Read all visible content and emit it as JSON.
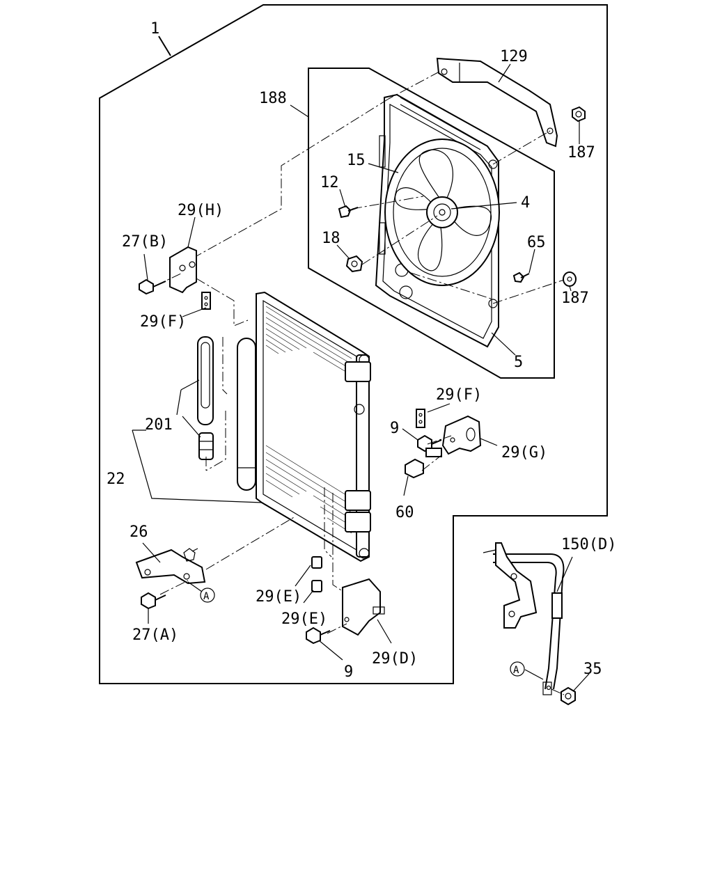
{
  "labels": {
    "l1": "1",
    "l129": "129",
    "l188": "188",
    "l187a": "187",
    "l15": "15",
    "l12": "12",
    "l4": "4",
    "l18": "18",
    "l65": "65",
    "l187b": "187",
    "l5": "5",
    "l29h": "29(H)",
    "l27b": "27(B)",
    "l29f1": "29(F)",
    "l201": "201",
    "l22": "22",
    "l29f2": "29(F)",
    "l9a": "9",
    "l29g": "29(G)",
    "l60": "60",
    "l26": "26",
    "lA1": "A",
    "l27a": "27(A)",
    "l29e1": "29(E)",
    "l29e2": "29(E)",
    "l29d": "29(D)",
    "l9b": "9",
    "l150d": "150(D)",
    "lA2": "A",
    "l35": "35"
  }
}
